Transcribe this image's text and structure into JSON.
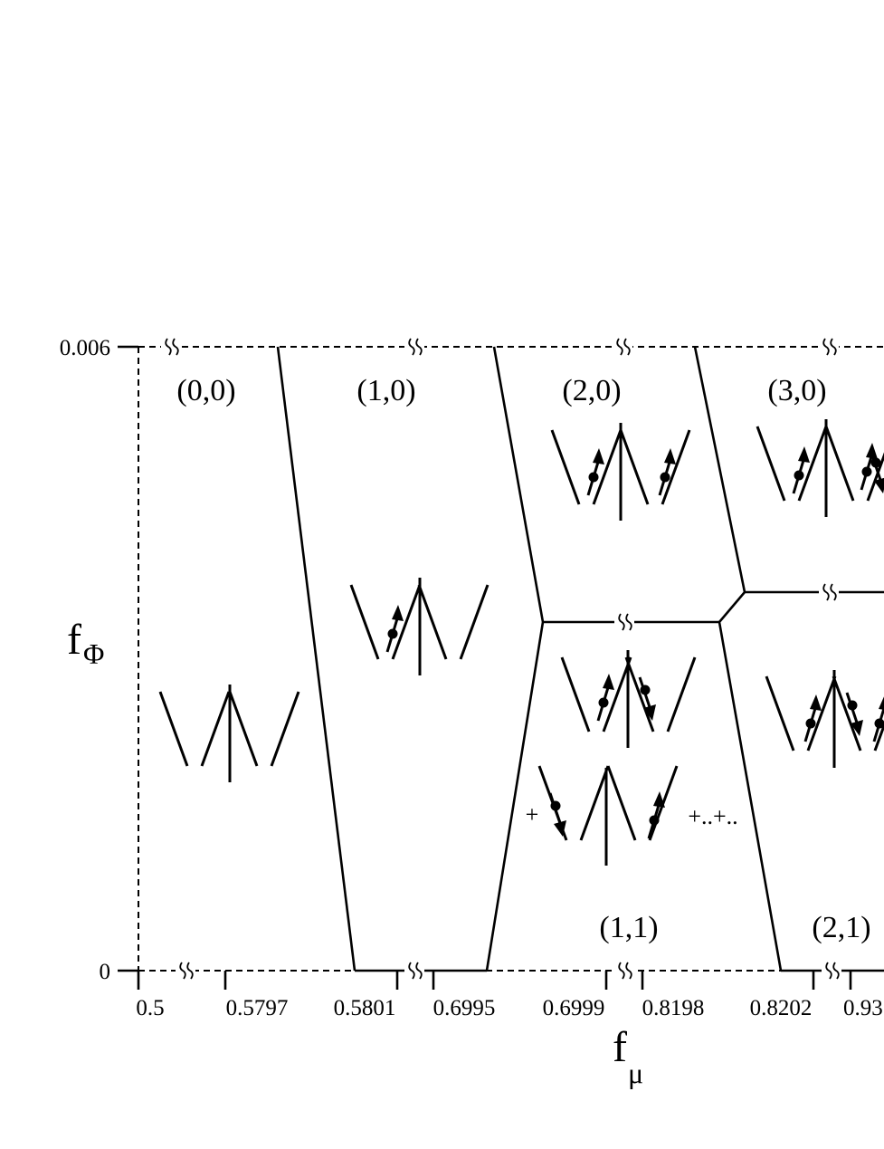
{
  "axes": {
    "x_title": "f",
    "x_subscript": "μ",
    "y_title": "f",
    "y_subscript": "Φ",
    "y_ticks": [
      "0.006",
      "0"
    ],
    "x_ticks": [
      "0.5",
      "0.5797",
      "0.5801",
      "0.6995",
      "0.6999",
      "0.8198",
      "0.8202",
      "0.93"
    ]
  },
  "regions": [
    {
      "label": "(0,0)"
    },
    {
      "label": "(1,0)"
    },
    {
      "label": "(2,0)"
    },
    {
      "label": "(3,0)"
    },
    {
      "label": "(1,1)"
    },
    {
      "label": "(2,1)"
    }
  ],
  "superposition": {
    "plus_left": "+",
    "plus_right": "+..+.."
  }
}
